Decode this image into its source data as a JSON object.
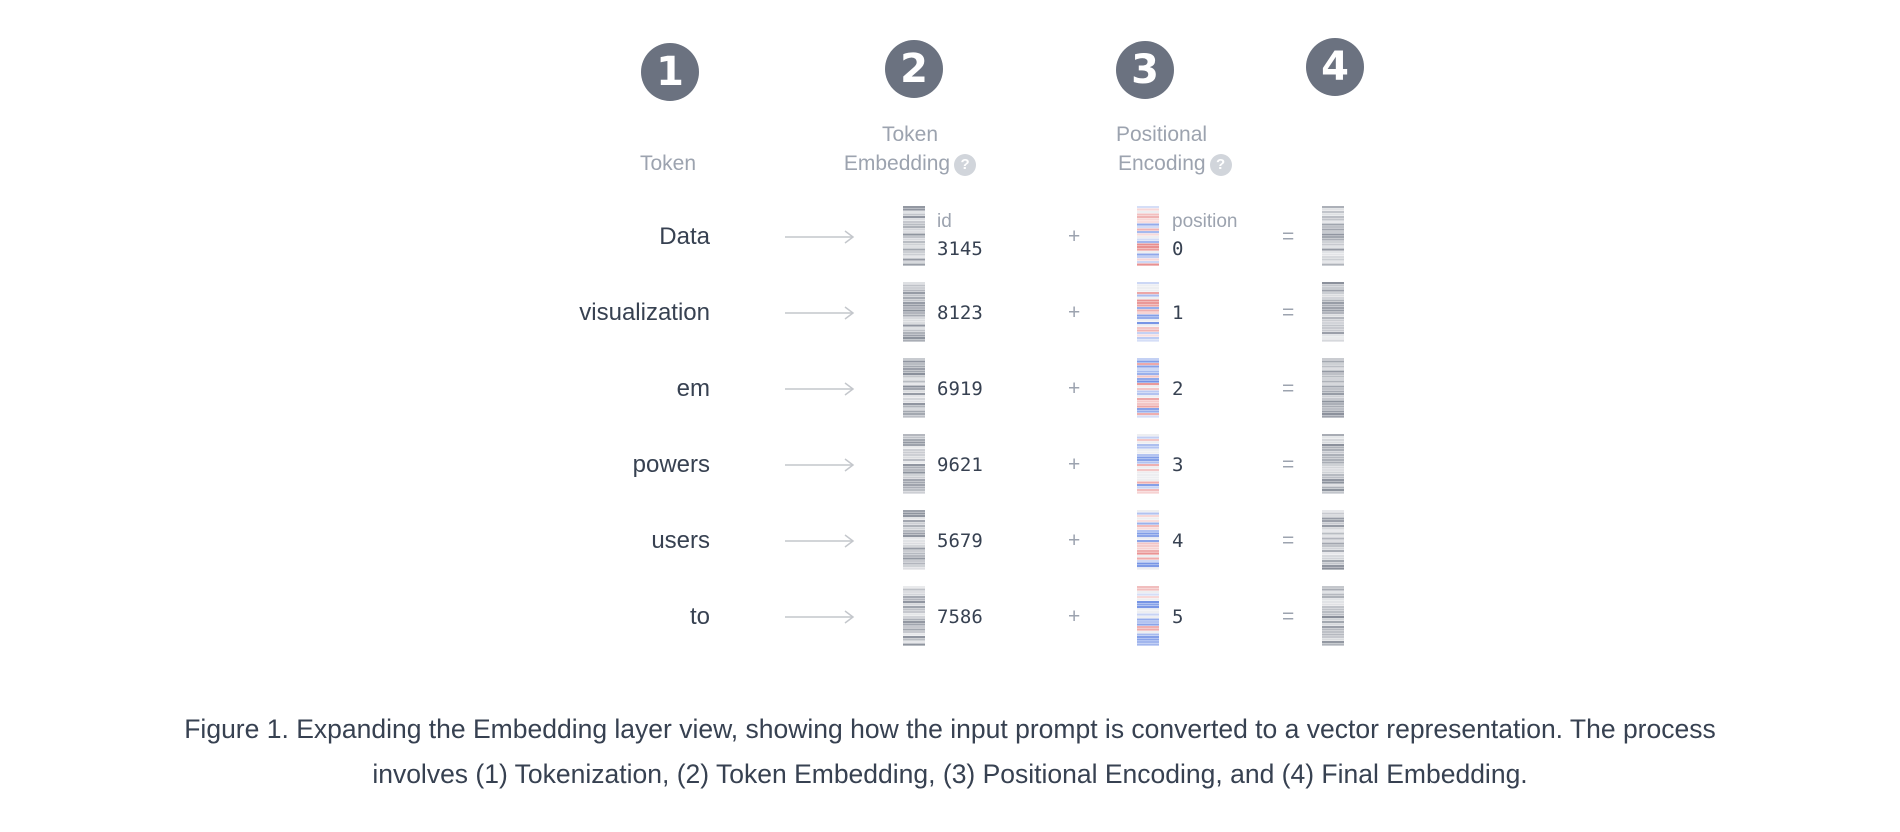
{
  "steps": [
    "1",
    "2",
    "3",
    "4"
  ],
  "headers": {
    "token": "Token",
    "token_embedding_line1": "Token",
    "token_embedding_line2": "Embedding",
    "positional_line1": "Positional",
    "positional_line2": "Encoding",
    "help": "?"
  },
  "row_labels": {
    "id": "id",
    "position": "position"
  },
  "operators": {
    "plus": "+",
    "equals": "="
  },
  "rows": [
    {
      "token": "Data",
      "id": "3145",
      "position": "0"
    },
    {
      "token": "visualization",
      "id": "8123",
      "position": "1"
    },
    {
      "token": "em",
      "id": "6919",
      "position": "2"
    },
    {
      "token": "powers",
      "id": "9621",
      "position": "3"
    },
    {
      "token": "users",
      "id": "5679",
      "position": "4"
    },
    {
      "token": "to",
      "id": "7586",
      "position": "5"
    }
  ],
  "caption": {
    "line1": "Figure 1. Expanding the Embedding layer view, showing how the input prompt is converted to a vector representation. The process",
    "line2": "involves (1) Tokenization, (2) Token Embedding, (3) Positional Encoding, and (4) Final Embedding."
  },
  "colors": {
    "step_circle": "#6b7280",
    "header_text": "#9ca3af",
    "body_text": "#374151",
    "positional_red": "#e06a6a",
    "positional_blue": "#5b7fe0",
    "embedding_gray": "#6b7280"
  }
}
